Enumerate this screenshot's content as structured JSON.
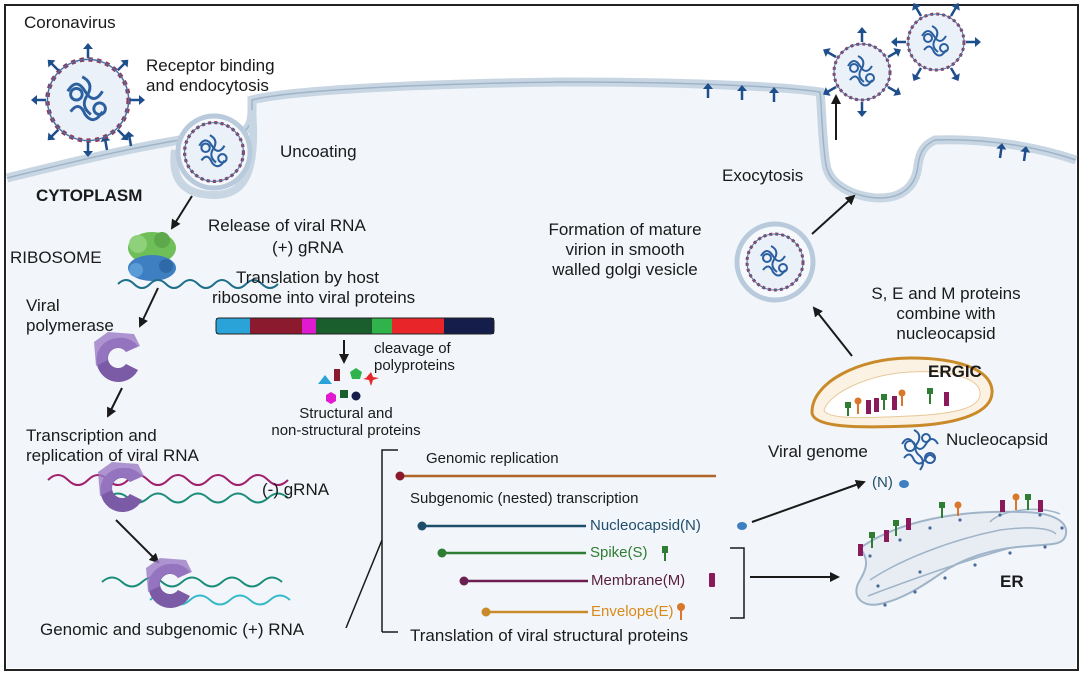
{
  "labels": {
    "coronavirus": "Coronavirus",
    "receptor_binding_1": "Receptor binding",
    "receptor_binding_2": "and endocytosis",
    "uncoating": "Uncoating",
    "cytoplasm": "CYTOPLASM",
    "ribosome": "RIBOSOME",
    "release_viral_rna": "Release of viral RNA",
    "plus_grna": "(+) gRNA",
    "translation_1": "Translation by host",
    "translation_2": "ribosome into viral proteins",
    "viral_polymerase_1": "Viral",
    "viral_polymerase_2": "polymerase",
    "cleavage_1": "cleavage of",
    "cleavage_2": "polyproteins",
    "structural_1": "Structural and",
    "structural_2": "non-structural proteins",
    "transcription_1": "Transcription and",
    "transcription_2": "replication of viral RNA",
    "minus_grna": "(-) gRNA",
    "genomic_subgenomic": "Genomic and subgenomic (+) RNA",
    "genomic_replication": "Genomic replication",
    "subgenomic_transcription": "Subgenomic (nested) transcription",
    "nucleocapsid_n": "Nucleocapsid(N)",
    "spike_s": "Spike(S)",
    "membrane_m": "Membrane(M)",
    "envelope_e": "Envelope(E)",
    "translation_structural": "Translation of viral structural proteins",
    "exocytosis": "Exocytosis",
    "formation_1": "Formation of mature",
    "formation_2": "virion in smooth",
    "formation_3": "walled golgi vesicle",
    "sem_1": "S, E and M proteins",
    "sem_2": "combine with",
    "sem_3": "nucleocapsid",
    "ergic": "ERGIC",
    "viral_genome": "Viral genome",
    "nucleocapsid": "Nucleocapsid",
    "n_protein": "(N)",
    "er": "ER"
  },
  "colors": {
    "membrane": "#c8d6e3",
    "cytoplasm_fill": "#f2f6fa",
    "virus_spike": "#1f4e8c",
    "virus_envelope": "#8e3a5a",
    "polymerase": "#7b5aa6",
    "rna_magenta": "#a0206e",
    "rna_teal": "#1c8c7a",
    "rna_cyan": "#36b8c9",
    "genomic_line": "#b0652a",
    "nucleocapsid_line": "#1f4e6b",
    "spike_line": "#2f7d32",
    "membrane_line": "#6b1e4f",
    "envelope_line": "#c98b2a",
    "envelope_text": "#d98a1a",
    "spike_text": "#2f7d32",
    "membrane_text": "#5a1e40",
    "nucleocapsid_text": "#1f4e6b"
  },
  "polyprotein_segments": [
    "#2aa3d8",
    "#8b1a2e",
    "#e01ad0",
    "#1b5e2e",
    "#2fb34a",
    "#e8262a",
    "#151d4a"
  ]
}
